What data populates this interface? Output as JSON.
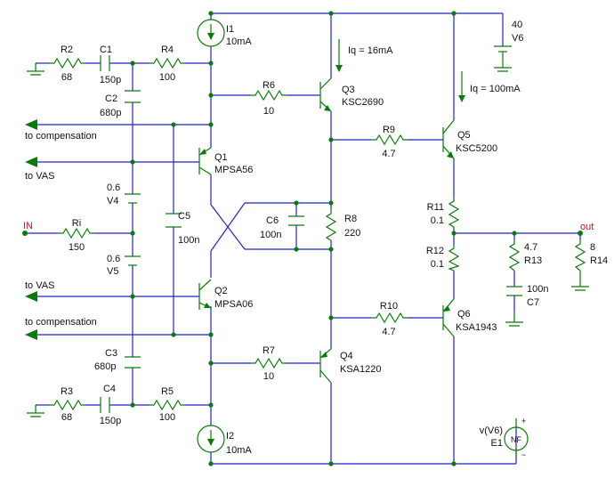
{
  "colors": {
    "wire": "#2222cc",
    "component": "#0a7a0a",
    "text": "#111111",
    "accent": "#d01010"
  },
  "labels": {
    "i1": "I1",
    "i1_val": "10mA",
    "i2": "I2",
    "i2_val": "10mA",
    "v6_val": "40",
    "v6": "V6",
    "iq1": "Iq = 16mA",
    "iq2": "Iq = 100mA",
    "r2": "R2",
    "r2_val": "68",
    "c1": "C1",
    "c1_val": "150p",
    "r4": "R4",
    "r4_val": "100",
    "c2": "C2",
    "c2_val": "680p",
    "r6": "R6",
    "r6_val": "10",
    "q3": "Q3",
    "q3_part": "KSC2690",
    "r9": "R9",
    "r9_val": "4.7",
    "q5": "Q5",
    "q5_part": "KSC5200",
    "comp_top": "to compensation",
    "vas_top": "to VAS",
    "q1": "Q1",
    "q1_part": "MPSA56",
    "v4_val": "0.6",
    "v4": "V4",
    "c5": "C5",
    "c5_val": "100n",
    "c6": "C6",
    "c6_val": "100n",
    "r8": "R8",
    "r8_val": "220",
    "r11": "R11",
    "r11_val": "0.1",
    "in": "IN",
    "ri": "Ri",
    "ri_val": "150",
    "out": "out",
    "r12": "R12",
    "r12_val": "0.1",
    "r13_val": "4.7",
    "r13": "R13",
    "r14_val": "8",
    "r14": "R14",
    "v5_val": "0.6",
    "v5": "V5",
    "c7_val": "100n",
    "c7": "C7",
    "vas_bot": "to VAS",
    "q2": "Q2",
    "q2_part": "MPSA06",
    "r10": "R10",
    "r10_val": "4.7",
    "q6": "Q6",
    "q6_part": "KSA1943",
    "comp_bot": "to compensation",
    "c3": "C3",
    "c3_val": "680p",
    "r7": "R7",
    "r7_val": "10",
    "q4": "Q4",
    "q4_part": "KSA1220",
    "r3": "R3",
    "r3_val": "68",
    "c4": "C4",
    "c4_val": "150p",
    "r5": "R5",
    "r5_val": "100",
    "e1_expr": "v(V6)",
    "e1": "E1",
    "e1_sym": "NF",
    "plus": "+",
    "minus": "−"
  }
}
